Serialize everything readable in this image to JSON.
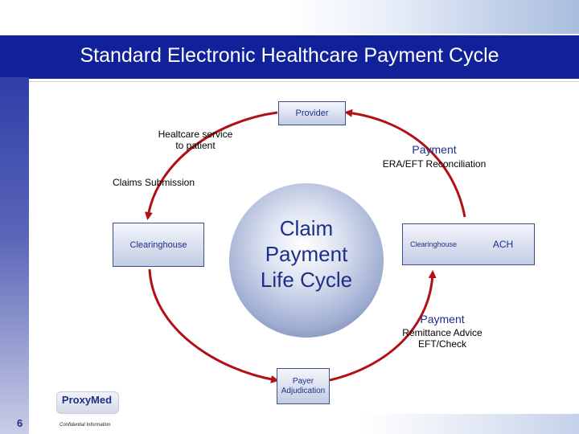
{
  "title": "Standard Electronic Healthcare Payment Cycle",
  "diagram": {
    "provider_box": "Provider",
    "healthcare_service": "Healtcare service\nto patient",
    "payment_top": "Payment",
    "era_eft": "ERA/EFT Reconciliation",
    "claims_submission": "Claims Submission",
    "clearinghouse_left": "Clearinghouse",
    "center_title": "Claim\nPayment\nLife Cycle",
    "clearinghouse_right": "Clearinghouse",
    "ach": "ACH",
    "payment_bottom": "Payment",
    "remittance": "Remittance Advice\nEFT/Check",
    "payer_box": "Payer\nAdjudication"
  },
  "footer": {
    "logo": "ProxyMed",
    "confidential": "Confidential Information",
    "page_number": "6"
  },
  "colors": {
    "title_bar": "#10219a",
    "arrow": "#b30f17",
    "box_text": "#1d2f8a"
  }
}
